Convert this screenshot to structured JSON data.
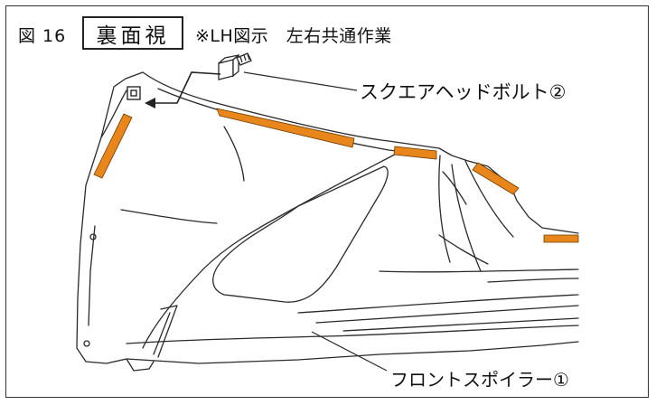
{
  "figure": {
    "number_label": "図 16",
    "view_label": "裏面視",
    "note": "※LH図示　左右共通作業"
  },
  "callouts": {
    "bolt": "スクエアヘッドボルト②",
    "spoiler": "フロントスポイラー①"
  },
  "colors": {
    "tape": "#E8861C",
    "line": "#2a2a2a"
  },
  "icons": {
    "bolt": "square-head-bolt-icon",
    "arrow": "install-arrow-icon"
  }
}
